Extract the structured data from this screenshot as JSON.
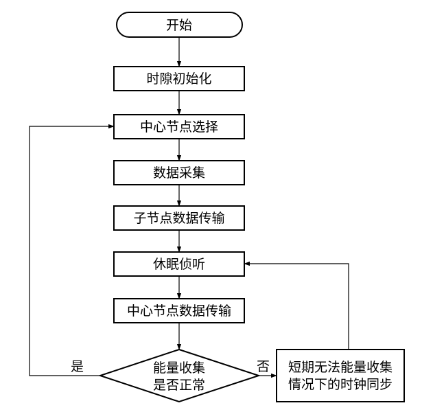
{
  "flowchart": {
    "start": "开始",
    "steps": [
      "时隙初始化",
      "中心节点选择",
      "数据采集",
      "子节点数据传输",
      "休眠侦听",
      "中心节点数据传输"
    ],
    "decision": {
      "line1": "能量收集",
      "line2": "是否正常",
      "yes_label": "是",
      "no_label": "否"
    },
    "fallback": {
      "line1": "短期无法能量收集",
      "line2": "情况下的时钟同步"
    }
  }
}
